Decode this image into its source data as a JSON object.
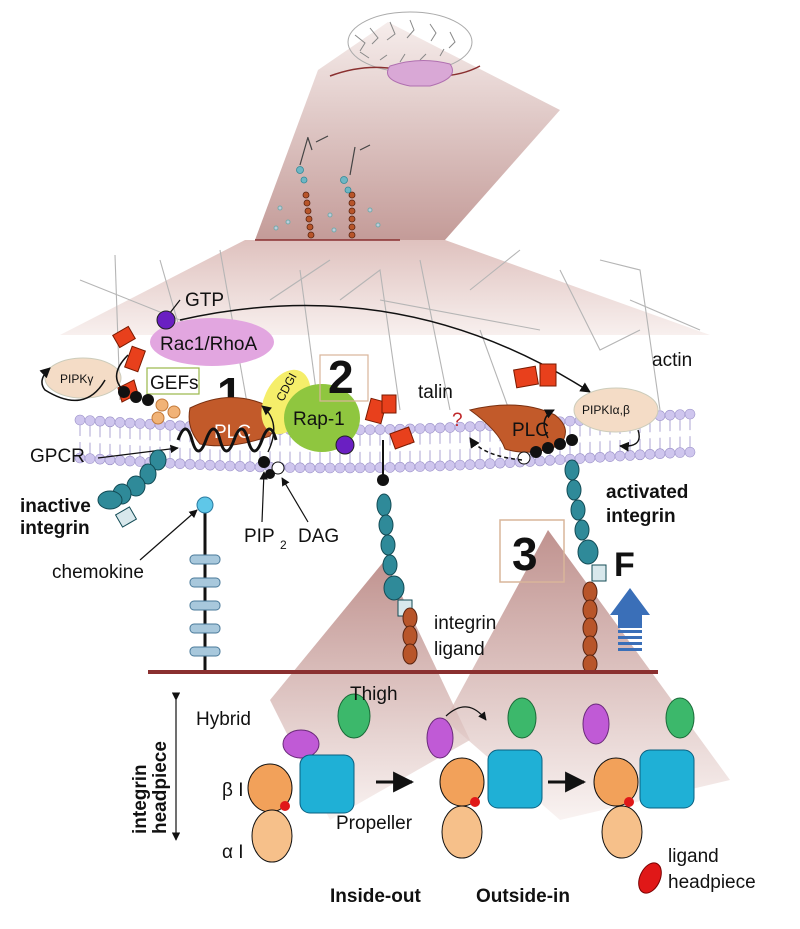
{
  "labels": {
    "gtp": "GTP",
    "rac": "Rac1/RhoA",
    "pipk_gamma": "PIPKγ",
    "gefs": "GEFs",
    "plc": "PLC",
    "cdgi": "CDGI",
    "rap": "Rap-1",
    "talin": "talin",
    "actin": "actin",
    "pipk_ab": "PIPKIα,β",
    "gpcr": "GPCR",
    "inactive_l1": "inactive",
    "inactive_l2": "integrin",
    "activated_l1": "activated",
    "activated_l2": "integrin",
    "pip2": "PIP",
    "pip2_sub": "2",
    "dag": "DAG",
    "chemokine": "chemokine",
    "integrin_ligand_l1": "integrin",
    "integrin_ligand_l2": "ligand",
    "force": "F",
    "question": "?",
    "thigh": "Thigh",
    "hybrid": "Hybrid",
    "beta_i": "β I",
    "alpha_i": "α I",
    "propeller": "Propeller",
    "headpiece_axis_l1": "integrin",
    "headpiece_axis_l2": "headpiece",
    "ligand_l1": "ligand",
    "ligand_l2": "headpiece",
    "inside_out": "Inside-out",
    "outside_in": "Outside-in"
  },
  "steps": [
    "1",
    "2",
    "3"
  ],
  "colors": {
    "cone": "#b98a86",
    "membrane_head": "#cfc6ee",
    "membrane_tail": "#9a90c8",
    "plc": "#c25a2a",
    "rac": "#e2a6e0",
    "rap": "#8fc63f",
    "cdgi": "#f5ee6a",
    "pipk": "#f4dcc6",
    "integrin_teal": "#2f8a99",
    "integrin_orange": "#b8552a",
    "talin": "#e8401c",
    "gtp": "#6a1fc2",
    "beta_i": "#f2a15a",
    "propeller": "#1fb0d6",
    "thigh": "#3cb86b",
    "hybrid": "#c05ad6",
    "ligand": "#e01818",
    "arrow_blue": "#3a6fb8",
    "baseline": "#8a3030"
  },
  "icons": [
    "arrow-icon",
    "force-arrow-icon"
  ]
}
